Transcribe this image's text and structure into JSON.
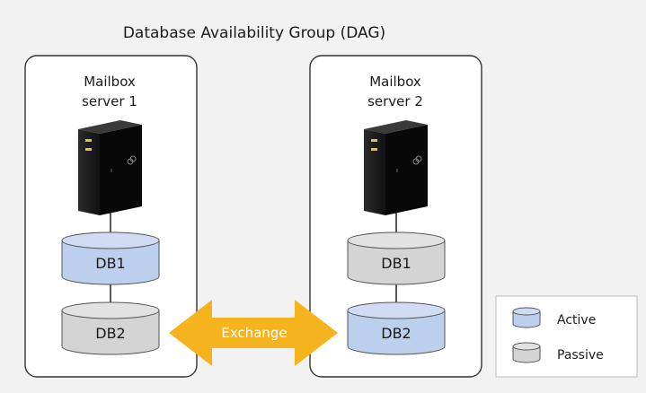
{
  "title": "Database Availability Group (DAG)",
  "servers": [
    {
      "label_line1": "Mailbox",
      "label_line2": "server 1"
    },
    {
      "label_line1": "Mailbox",
      "label_line2": "server 2"
    }
  ],
  "databases": {
    "server1": [
      {
        "label": "DB1",
        "state": "Active"
      },
      {
        "label": "DB2",
        "state": "Passive"
      }
    ],
    "server2": [
      {
        "label": "DB1",
        "state": "Passive"
      },
      {
        "label": "DB2",
        "state": "Active"
      }
    ]
  },
  "exchange_label": "Exchange",
  "legend": {
    "active": "Active",
    "passive": "Passive"
  },
  "colors": {
    "background": "#f2f2f2",
    "panel": "#ffffff",
    "active_fill": "#bcd0ee",
    "passive_fill": "#d4d4d4",
    "arrow": "#f5b41e",
    "server_body": "#1b1b1b"
  }
}
